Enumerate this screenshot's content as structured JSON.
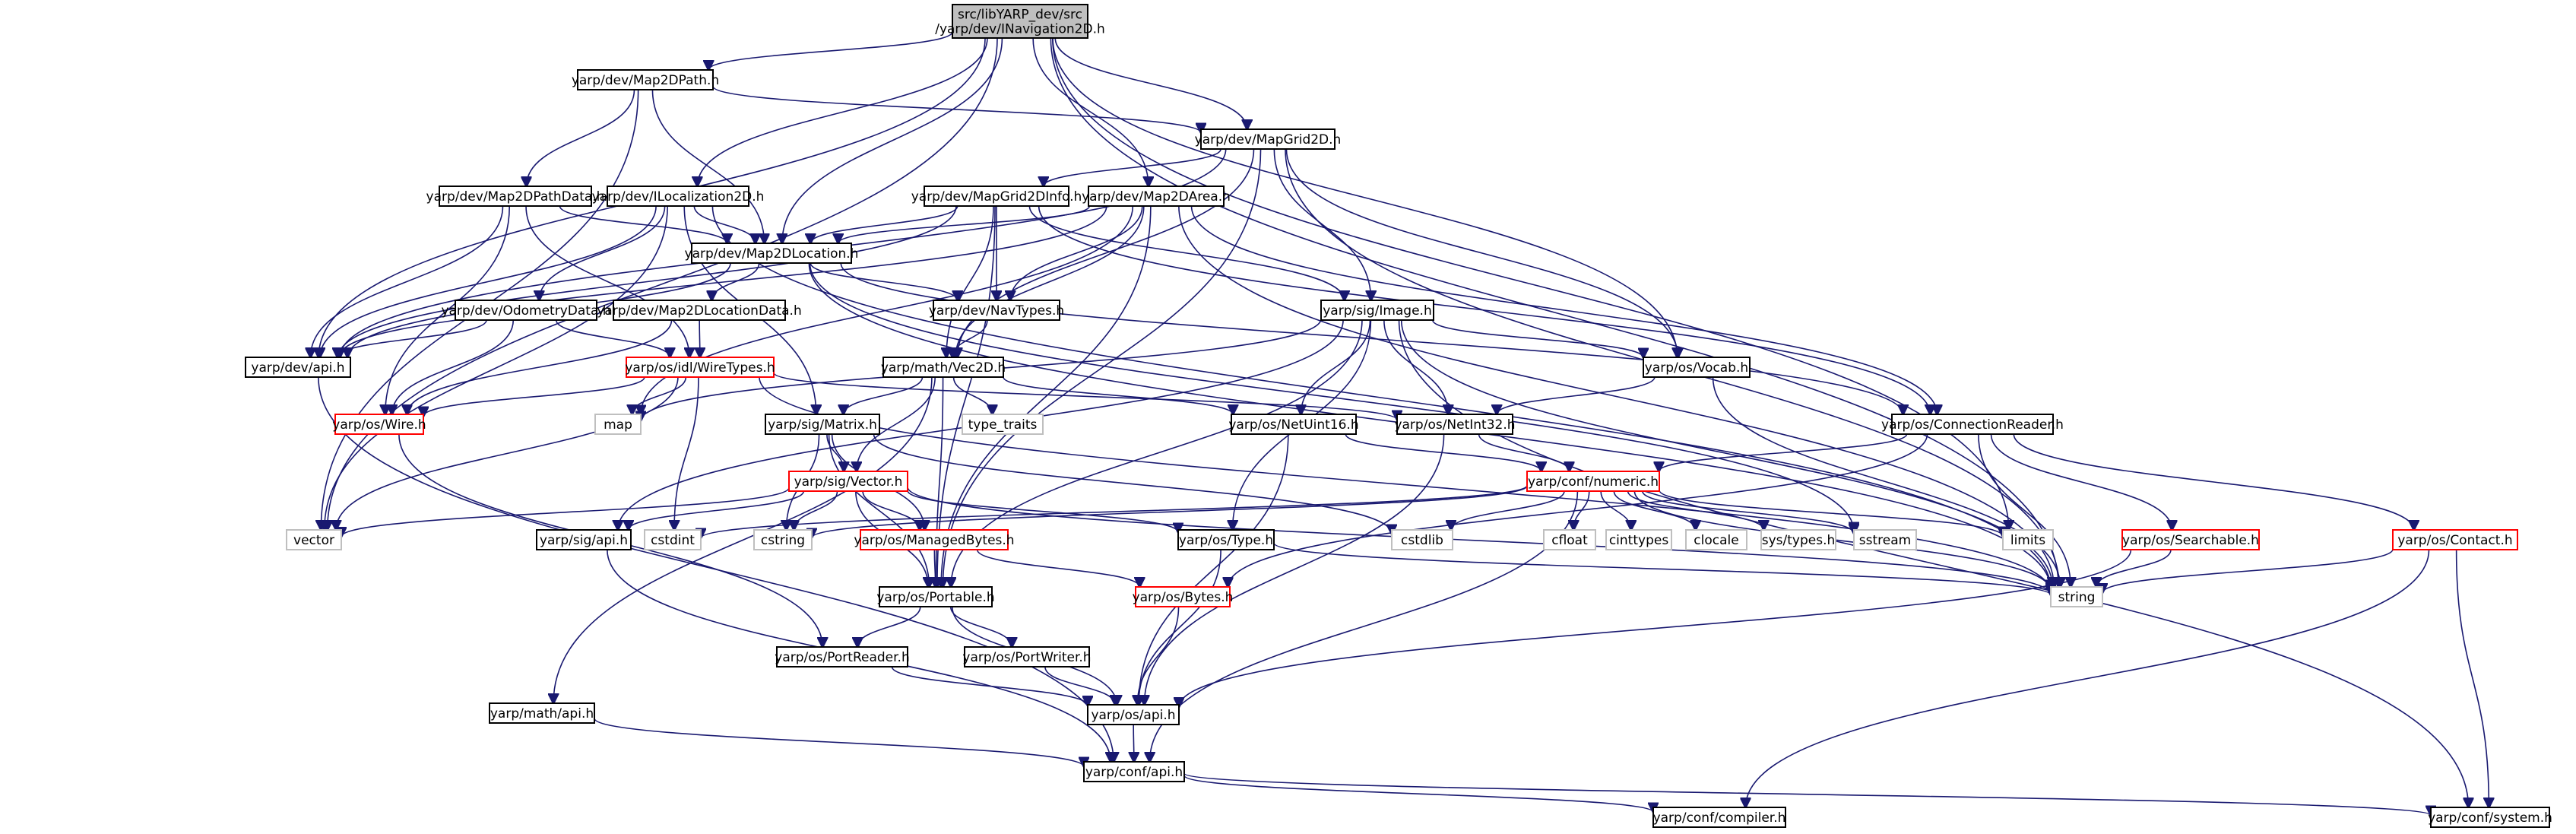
{
  "nodes": {
    "root": "src/libYARP_dev/src\n/yarp/dev/INavigation2D.h",
    "map2dpath": "yarp/dev/Map2DPath.h",
    "mapgrid2d": "yarp/dev/MapGrid2D.h",
    "map2dpathdata": "yarp/dev/Map2DPathData.h",
    "ilocalization2d": "yarp/dev/ILocalization2D.h",
    "mapgrid2dinfo": "yarp/dev/MapGrid2DInfo.h",
    "map2darea": "yarp/dev/Map2DArea.h",
    "map2dlocation": "yarp/dev/Map2DLocation.h",
    "odometrydata": "yarp/dev/OdometryData.h",
    "map2dlocationdata": "yarp/dev/Map2DLocationData.h",
    "navtypes": "yarp/dev/NavTypes.h",
    "image": "yarp/sig/Image.h",
    "devapi": "yarp/dev/api.h",
    "wiretypes": "yarp/os/idl/WireTypes.h",
    "vec2d": "yarp/math/Vec2D.h",
    "vocab": "yarp/os/Vocab.h",
    "wire": "yarp/os/Wire.h",
    "map": "map",
    "type_traits": "type_traits",
    "matrix": "yarp/sig/Matrix.h",
    "netuint16": "yarp/os/NetUint16.h",
    "netint32": "yarp/os/NetInt32.h",
    "connectionreader": "yarp/os/ConnectionReader.h",
    "vector_std": "vector",
    "sigvector": "yarp/sig/Vector.h",
    "numeric": "yarp/conf/numeric.h",
    "sigapi": "yarp/sig/api.h",
    "cstdint": "cstdint",
    "cstring": "cstring",
    "managedbytes": "yarp/os/ManagedBytes.h",
    "ostype": "yarp/os/Type.h",
    "cstdlib": "cstdlib",
    "cfloat": "cfloat",
    "cinttypes": "cinttypes",
    "clocale": "clocale",
    "systypes": "sys/types.h",
    "sstream": "sstream",
    "limits": "limits",
    "searchable": "yarp/os/Searchable.h",
    "contact": "yarp/os/Contact.h",
    "portable": "yarp/os/Portable.h",
    "bytes": "yarp/os/Bytes.h",
    "string": "string",
    "portreader": "yarp/os/PortReader.h",
    "portwriter": "yarp/os/PortWriter.h",
    "osapi": "yarp/os/api.h",
    "mathapi": "yarp/math/api.h",
    "confapi": "yarp/conf/api.h",
    "compiler": "yarp/conf/compiler.h",
    "system": "yarp/conf/system.h"
  }
}
